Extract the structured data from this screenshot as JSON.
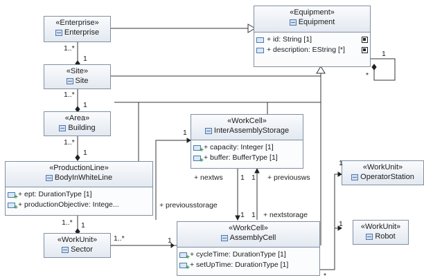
{
  "classes": {
    "enterprise": {
      "stereotype": "«Enterprise»",
      "name": "Enterprise"
    },
    "equipment": {
      "stereotype": "«Equipment»",
      "name": "Equipment",
      "attrs": [
        "+ id: String [1]",
        "+ description: EString [*]"
      ]
    },
    "site": {
      "stereotype": "«Site»",
      "name": "Site"
    },
    "building": {
      "stereotype": "«Area»",
      "name": "Building"
    },
    "interassembly": {
      "stereotype": "«WorkCell»",
      "name": "InterAssemblyStorage",
      "attrs": [
        "+ capacity: Integer [1]",
        "+ buffer: BufferType [1]"
      ]
    },
    "body": {
      "stereotype": "«ProductionLine»",
      "name": "BodyInWhiteLine",
      "attrs": [
        "+ ept: DurationType [1]",
        "+ productionObjective: Intege..."
      ]
    },
    "sector": {
      "stereotype": "«WorkUnit»",
      "name": "Sector"
    },
    "assembly": {
      "stereotype": "«WorkCell»",
      "name": "AssemblyCell",
      "attrs": [
        "+ cycleTime: DurationType [1]",
        "+ setUpTime: DurationType [1]"
      ]
    },
    "operator": {
      "stereotype": "«WorkUnit»",
      "name": "OperatorStation"
    },
    "robot": {
      "stereotype": "«WorkUnit»",
      "name": "Robot"
    }
  },
  "labels": {
    "ent_site_src": "1..*",
    "ent_site_tgt": "1",
    "site_area_src": "1..*",
    "site_area_tgt": "1",
    "bld_line_src": "1..*",
    "bld_line_tgt": "1",
    "line_sector_src": "1..*",
    "line_sector_tgt": "1",
    "sector_assembly_src": "1..*",
    "sector_assembly_tgt": "1",
    "equip_self_src": "1",
    "equip_self_tgt": "*",
    "ias_left_mult": "1",
    "nextws": "+ nextws",
    "nextws_mult": "1",
    "previousws": "+ previousws",
    "previousws_mult": "1",
    "nextstorage": "+ nextstorage",
    "nextstorage_mult": "1",
    "previousstorage": "+ previousstorage",
    "assembly_out_mult": "*",
    "operator_mult": "1",
    "robot_mult": "1"
  }
}
